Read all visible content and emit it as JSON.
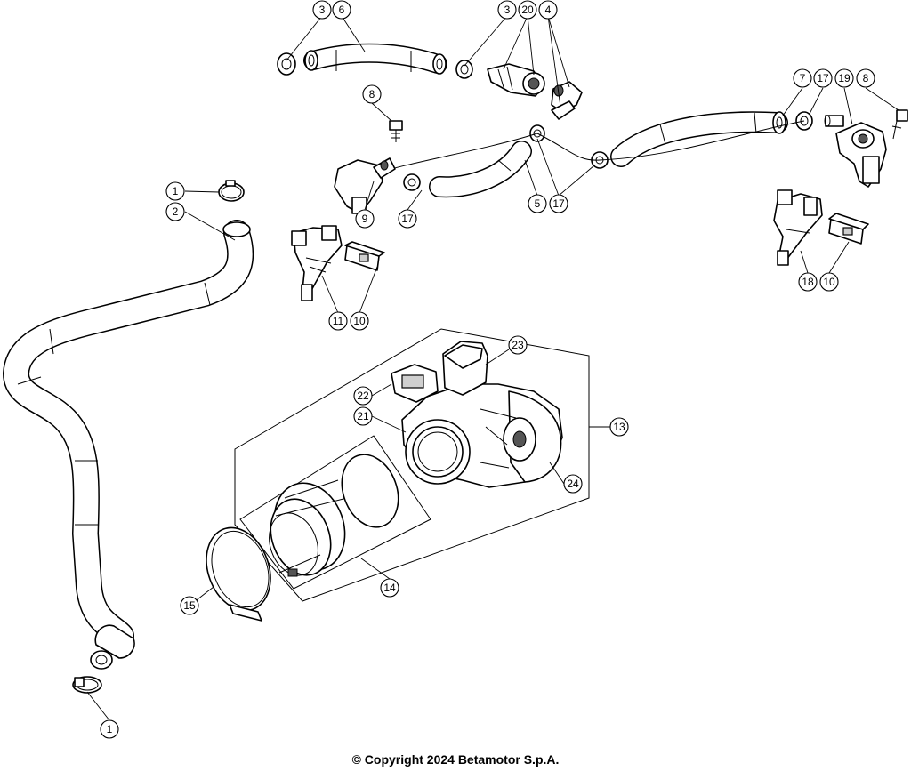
{
  "callouts": {
    "c1a": "1",
    "c1b": "1",
    "c2": "2",
    "c3a": "3",
    "c3b": "3",
    "c4": "4",
    "c5": "5",
    "c6": "6",
    "c7": "7",
    "c8a": "8",
    "c8b": "8",
    "c9": "9",
    "c10a": "10",
    "c10b": "10",
    "c11": "11",
    "c13": "13",
    "c14": "14",
    "c15": "15",
    "c17a": "17",
    "c17b": "17",
    "c17c": "17",
    "c18": "18",
    "c19": "19",
    "c20": "20",
    "c21": "21",
    "c22": "22",
    "c23": "23",
    "c24": "24"
  },
  "copyright": "© Copyright 2024 Betamotor S.p.A."
}
